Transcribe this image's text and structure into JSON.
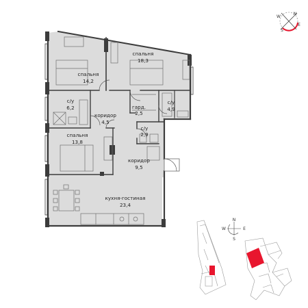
{
  "plan": {
    "rooms": [
      {
        "id": "bedroom-a",
        "name": "спальня",
        "area": "18,3"
      },
      {
        "id": "bedroom-b",
        "name": "спальня",
        "area": "14,2"
      },
      {
        "id": "wardrobe",
        "name": "гард.",
        "area": "2,5"
      },
      {
        "id": "bathroom-a",
        "name": "с/у",
        "area": "6,2"
      },
      {
        "id": "corridor-a",
        "name": "коридор",
        "area": "4,5"
      },
      {
        "id": "bathroom-b",
        "name": "с/у",
        "area": "4,9"
      },
      {
        "id": "bathroom-c",
        "name": "с/у",
        "area": "2,9"
      },
      {
        "id": "bedroom-c",
        "name": "спальня",
        "area": "13,8"
      },
      {
        "id": "corridor-b",
        "name": "коридор",
        "area": "9,5"
      },
      {
        "id": "kitchen-living",
        "name": "кухня-гостиная",
        "area": "23,4"
      }
    ]
  },
  "compass_top": {
    "letters": [
      "N",
      "W",
      "E",
      "S"
    ],
    "accent": "#e8162e"
  },
  "compass_map": {
    "letters": [
      "N",
      "W",
      "E",
      "S"
    ]
  },
  "colors": {
    "floor": "#dcdcdc",
    "wall": "#3c3c3c",
    "highlight": "#e8162e",
    "map_line": "#9a9a9a"
  }
}
